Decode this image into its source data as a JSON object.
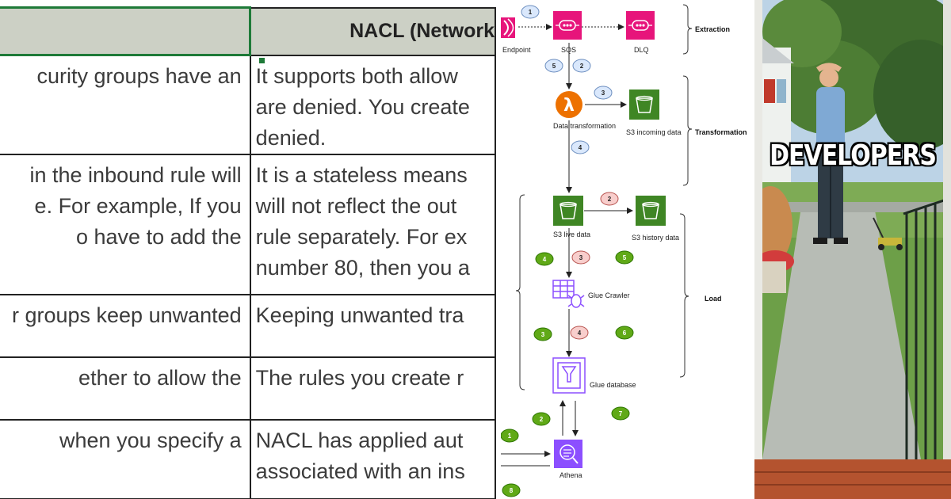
{
  "spreadsheet": {
    "header": {
      "col1": "",
      "col2": "NACL (Network"
    },
    "rows": [
      {
        "col1": [
          "curity groups have an"
        ],
        "col2": [
          "It supports both allow",
          "are denied. You create",
          "denied."
        ]
      },
      {
        "col1": [
          "in the inbound rule will",
          "e. For example, If you",
          "o have to add the"
        ],
        "col2": [
          "It is a stateless means",
          "will not reflect the out",
          "rule separately. For ex",
          "number 80, then you a"
        ]
      },
      {
        "col1": [
          "r groups keep unwanted"
        ],
        "col2": [
          "Keeping unwanted tra"
        ]
      },
      {
        "col1": [
          "ether to allow the"
        ],
        "col2": [
          "The rules you create r"
        ]
      },
      {
        "col1": [
          "when you specify a"
        ],
        "col2": [
          "NACL has applied aut",
          "associated with an ins"
        ]
      }
    ]
  },
  "diagram": {
    "nodes": {
      "endpoint": "Endpoint",
      "sqs": "SQS",
      "dlq": "DLQ",
      "lambda": "Data transformation",
      "s3_incoming": "S3 incoming data",
      "s3_live": "S3 live data",
      "s3_history": "S3 history data",
      "glue_crawler": "Glue Crawler",
      "glue_db": "Glue database",
      "athena": "Athena"
    },
    "stages": {
      "extraction": "Extraction",
      "transformation": "Transformation",
      "load": "Load"
    },
    "badges": {
      "blue": [
        "1",
        "5",
        "2",
        "3",
        "4"
      ],
      "pink": [
        "2",
        "3",
        "4"
      ],
      "green": [
        "4",
        "5",
        "3",
        "6",
        "2",
        "7",
        "1",
        "8"
      ]
    },
    "colors": {
      "aws_pink": "#e7157b",
      "aws_green": "#3f8624",
      "aws_orange": "#ed7100",
      "aws_purple": "#8c4fff",
      "badge_blue": "#dae8fc",
      "badge_pink": "#f8cecc",
      "badge_green": "#60a917"
    }
  },
  "meme": {
    "caption": "DEVELOPERS"
  }
}
